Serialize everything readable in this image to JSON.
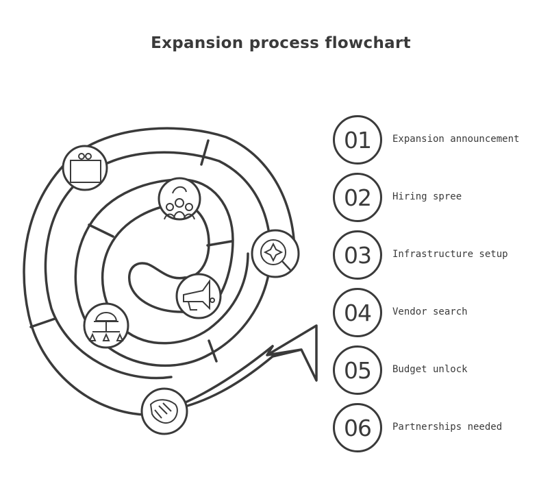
{
  "title": "Expansion process flowchart",
  "steps": [
    {
      "number": "01",
      "label": "Expansion announcement",
      "icon": "megaphone-icon"
    },
    {
      "number": "02",
      "label": "Hiring spree",
      "icon": "team-icon"
    },
    {
      "number": "03",
      "label": "Infrastructure setup",
      "icon": "hardhat-hierarchy-icon"
    },
    {
      "number": "04",
      "label": "Vendor search",
      "icon": "magnifier-icon"
    },
    {
      "number": "05",
      "label": "Budget unlock",
      "icon": "briefcase-icon"
    },
    {
      "number": "06",
      "label": "Partnerships needed",
      "icon": "handshake-icon"
    }
  ],
  "colors": {
    "stroke": "#3a3a3a",
    "background": "#ffffff"
  }
}
